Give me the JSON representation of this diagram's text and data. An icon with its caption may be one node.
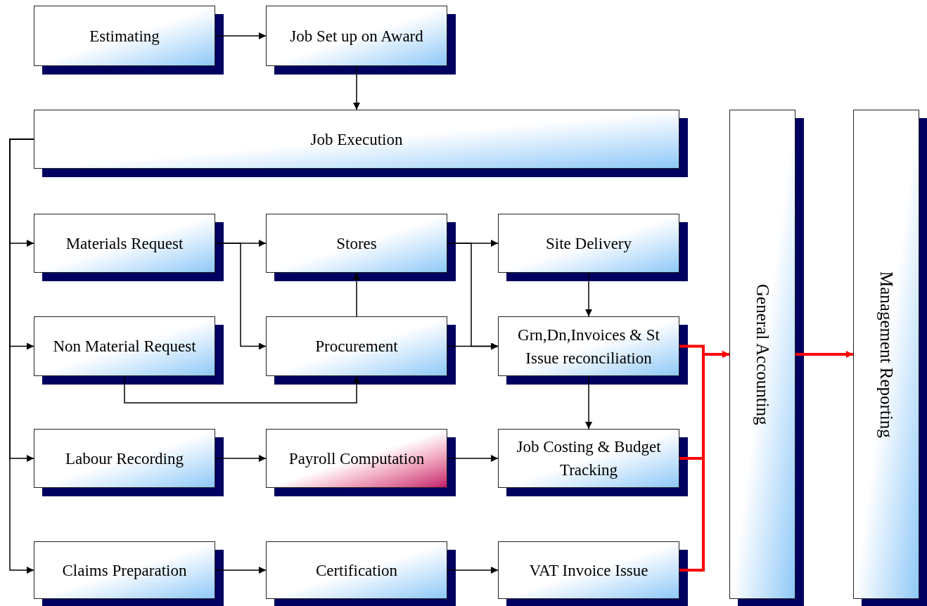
{
  "diagram": {
    "nodes": [
      {
        "text": [
          "Estimating"
        ]
      },
      {
        "text": [
          "Job Set up on Award"
        ]
      },
      {
        "text": [
          "Job Execution"
        ]
      },
      {
        "text": [
          "General Accounting"
        ]
      },
      {
        "text": [
          "Management Reporting"
        ]
      },
      {
        "text": [
          "Materials Request"
        ]
      },
      {
        "text": [
          "Stores"
        ]
      },
      {
        "text": [
          "Site Delivery"
        ]
      },
      {
        "text": [
          "Non Material Request"
        ]
      },
      {
        "text": [
          "Procurement"
        ]
      },
      {
        "text": [
          "Grn,Dn,Invoices & St Issue reconciliation"
        ]
      },
      {
        "text": [
          "Labour Recording"
        ]
      },
      {
        "text": [
          "Payroll Computation"
        ]
      },
      {
        "text": [
          "Job Costing & Budget Tracking"
        ]
      },
      {
        "text": [
          "Claims Preparation"
        ]
      },
      {
        "text": [
          "Certification"
        ]
      },
      {
        "text": [
          "VAT Invoice Issue"
        ]
      }
    ],
    "edges": [
      {
        "from": 0,
        "to": 1,
        "arrow": "to"
      },
      {
        "from": 1,
        "to": 2,
        "arrow": "to"
      },
      {
        "from": 2,
        "to": 5,
        "arrow": "to"
      },
      {
        "from": 2,
        "to": 8,
        "arrow": "to"
      },
      {
        "from": 2,
        "to": 11,
        "arrow": "to"
      },
      {
        "from": 2,
        "to": 14,
        "arrow": "to"
      },
      {
        "from": 5,
        "to": 6,
        "arrow": "to"
      },
      {
        "from": 5,
        "to": 9,
        "arrow": "to"
      },
      {
        "from": 6,
        "to": 7,
        "arrow": "to"
      },
      {
        "from": 6,
        "to": 10,
        "arrow": "to"
      },
      {
        "from": 9,
        "to": 10,
        "arrow": "to"
      },
      {
        "from": 9,
        "to": 6,
        "arrow": "to"
      },
      {
        "from": 8,
        "to": 9,
        "arrow": "to"
      },
      {
        "from": 7,
        "to": 10,
        "arrow": "to"
      },
      {
        "from": 10,
        "to": 13,
        "arrow": "to"
      },
      {
        "from": 11,
        "to": 12,
        "arrow": "to"
      },
      {
        "from": 12,
        "to": 13,
        "arrow": "to"
      },
      {
        "from": 14,
        "to": 15,
        "arrow": "to"
      },
      {
        "from": 15,
        "to": 16,
        "arrow": "to"
      },
      {
        "from": 10,
        "to": 3,
        "arrow": "to",
        "style": "thick",
        "color": "#ff0000"
      },
      {
        "from": 13,
        "to": 3,
        "arrow": "to",
        "style": "thick",
        "color": "#ff0000"
      },
      {
        "from": 16,
        "to": 3,
        "arrow": "to",
        "style": "thick",
        "color": "#ff0000"
      },
      {
        "from": 3,
        "to": 4,
        "arrow": "to",
        "style": "thick",
        "color": "#ff0000"
      }
    ]
  }
}
